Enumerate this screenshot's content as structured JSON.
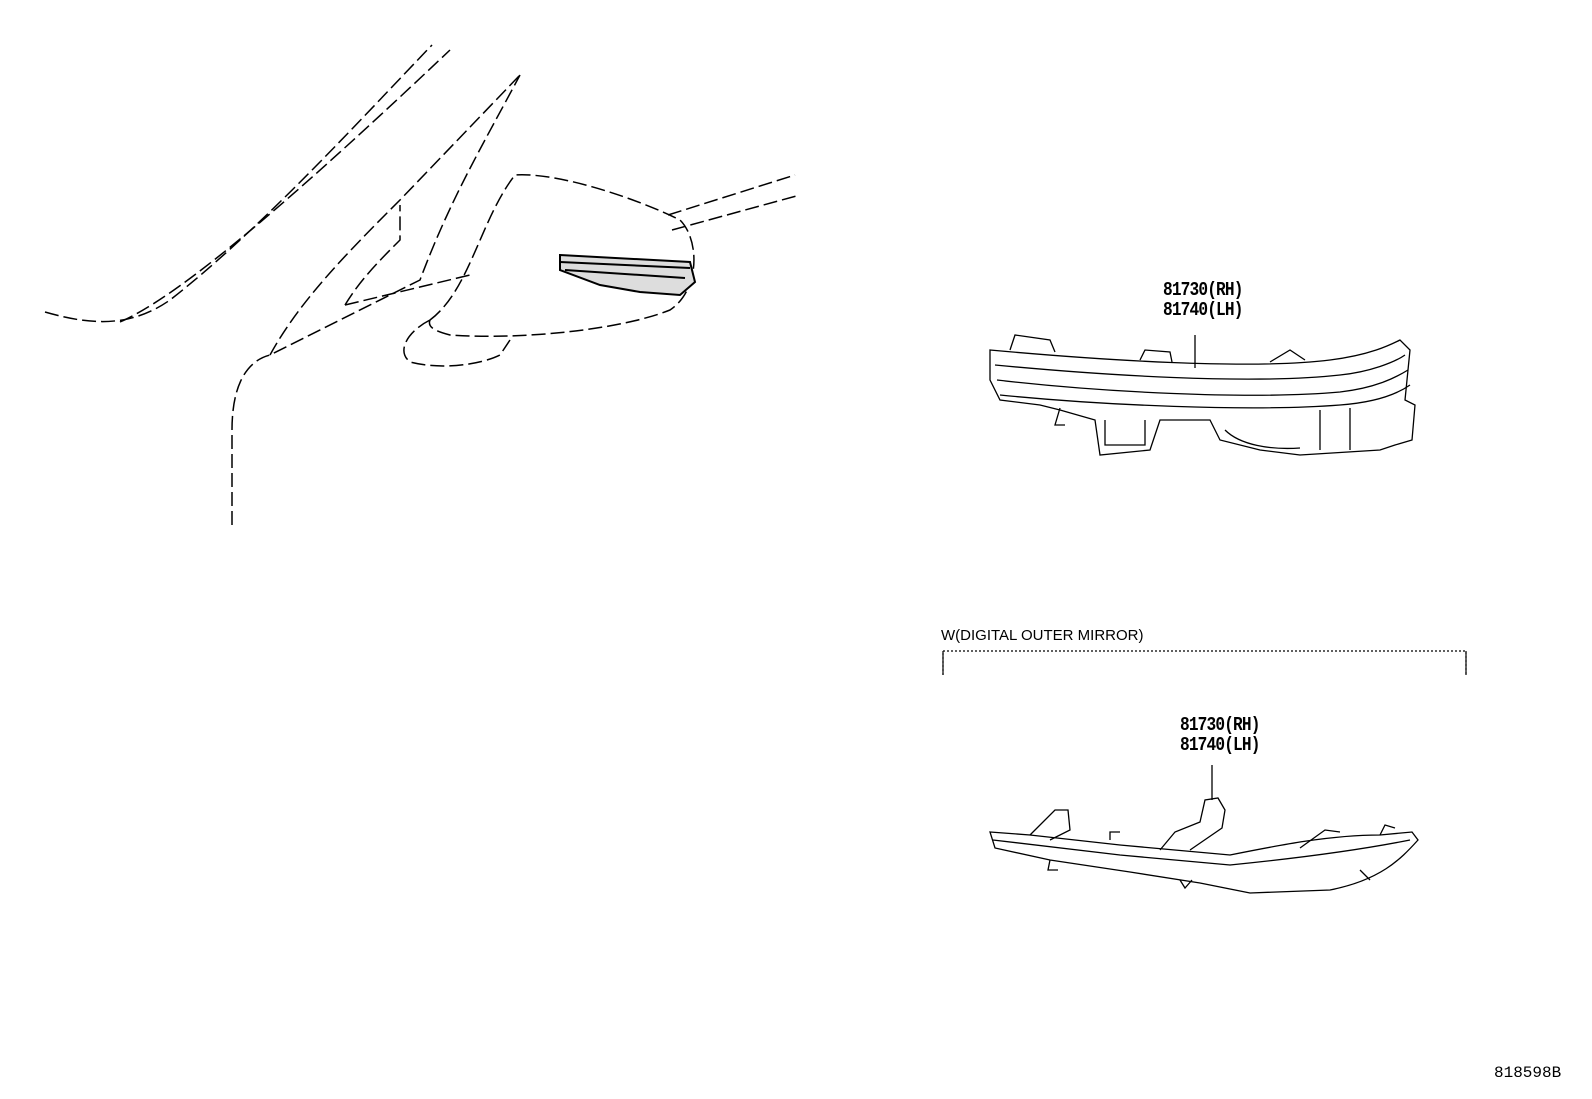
{
  "callouts": [
    {
      "lines": [
        "81730(RH)",
        "81740(LH)"
      ]
    },
    {
      "lines": [
        "81730(RH)",
        "81740(LH)"
      ]
    }
  ],
  "variant_note": "W(DIGITAL OUTER MIRROR)",
  "illustration_code": "818598B"
}
